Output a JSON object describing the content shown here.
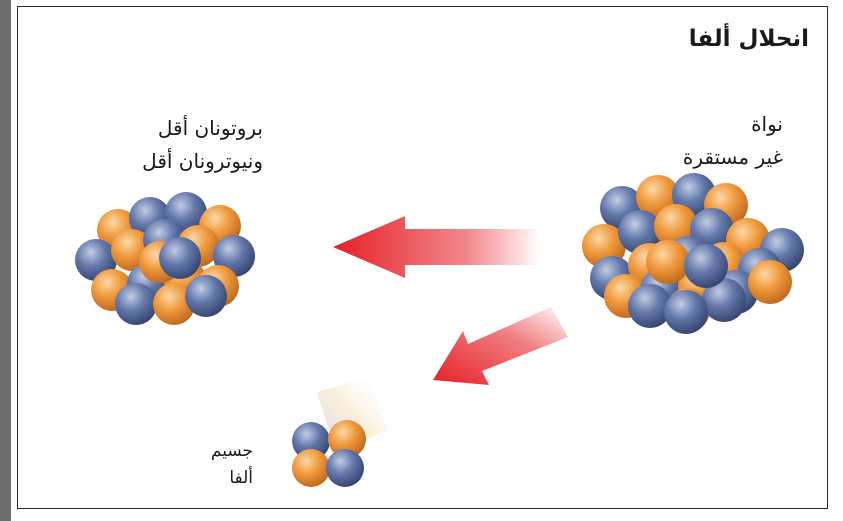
{
  "title": "انحلال ألفا",
  "unstable_nucleus": {
    "line1": "نواة",
    "line2": "غير مستقرة"
  },
  "product_nucleus": {
    "line1": "بروتونان أقل",
    "line2": "ونيوترونان أقل"
  },
  "alpha_particle": {
    "line1": "جسيم",
    "line2": "ألفا"
  },
  "colors": {
    "proton": "#ee9a3c",
    "neutron": "#5f77aa",
    "arrow": "#e6272c"
  }
}
